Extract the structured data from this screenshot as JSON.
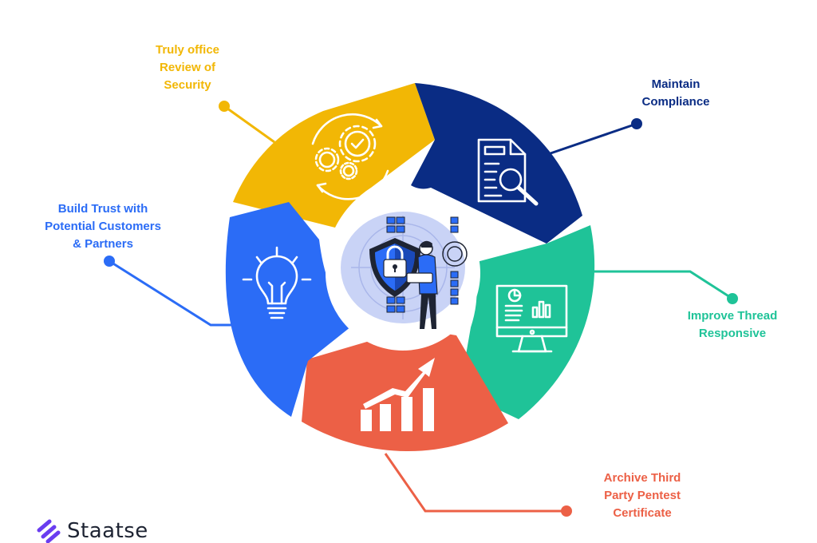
{
  "colors": {
    "yellow": "#f2b705",
    "navy": "#0a2c84",
    "teal": "#1fc398",
    "coral": "#ec6046",
    "blue": "#2b6cf6",
    "white": "#ffffff",
    "dark": "#1e2433"
  },
  "segments": [
    {
      "id": "review",
      "lines": [
        "Truly office",
        "Review of",
        "Security"
      ],
      "color": "#f2b705",
      "icon": "gears-cycle-icon"
    },
    {
      "id": "compliance",
      "lines": [
        "Maintain",
        "Compliance"
      ],
      "color": "#0a2c84",
      "icon": "document-search-icon"
    },
    {
      "id": "threat",
      "lines": [
        "Improve Thread",
        "Responsive"
      ],
      "color": "#1fc398",
      "icon": "monitor-analytics-icon"
    },
    {
      "id": "pentest",
      "lines": [
        "Archive Third",
        "Party Pentest",
        "Certificate"
      ],
      "color": "#ec6046",
      "icon": "growth-chart-icon"
    },
    {
      "id": "trust",
      "lines": [
        "Build Trust with",
        "Potential Customers",
        "& Partners"
      ],
      "color": "#2b6cf6",
      "icon": "lightbulb-icon"
    }
  ],
  "center": {
    "icon": "security-shield-lock-icon"
  },
  "brand": {
    "name": "Staatse",
    "icon": "staatse-logo-icon"
  }
}
